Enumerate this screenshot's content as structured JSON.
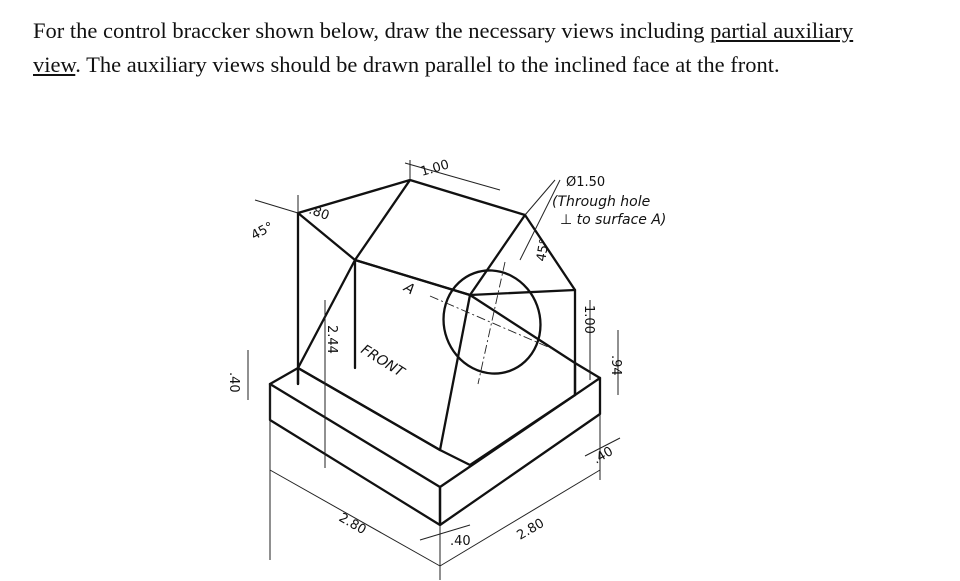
{
  "problem": {
    "text_before": "For the control braccker shown below, draw the necessary views including ",
    "underlined_1": "partial auxiliary",
    "underlined_2": "view",
    "text_after": ". The auxiliary views should be drawn parallel to the inclined face at the front."
  },
  "drawing": {
    "surface_label": "A",
    "front_label": "FRONT",
    "hole_diameter": "Ø1.50",
    "hole_note_1": "(Through hole",
    "hole_note_2": "⊥ to surface A)",
    "dim_top_width": "1.00",
    "dim_top_offset": ".80",
    "dim_angle_left": "45°",
    "dim_angle_right": "45°",
    "dim_base_thickness": ".40",
    "dim_height": "2.44",
    "dim_length_left": "2.80",
    "dim_length_right": "2.80",
    "dim_front_tab": ".40",
    "dim_right_tab": ".40",
    "dim_right_height": "1.00",
    "dim_right_small": ".94"
  }
}
